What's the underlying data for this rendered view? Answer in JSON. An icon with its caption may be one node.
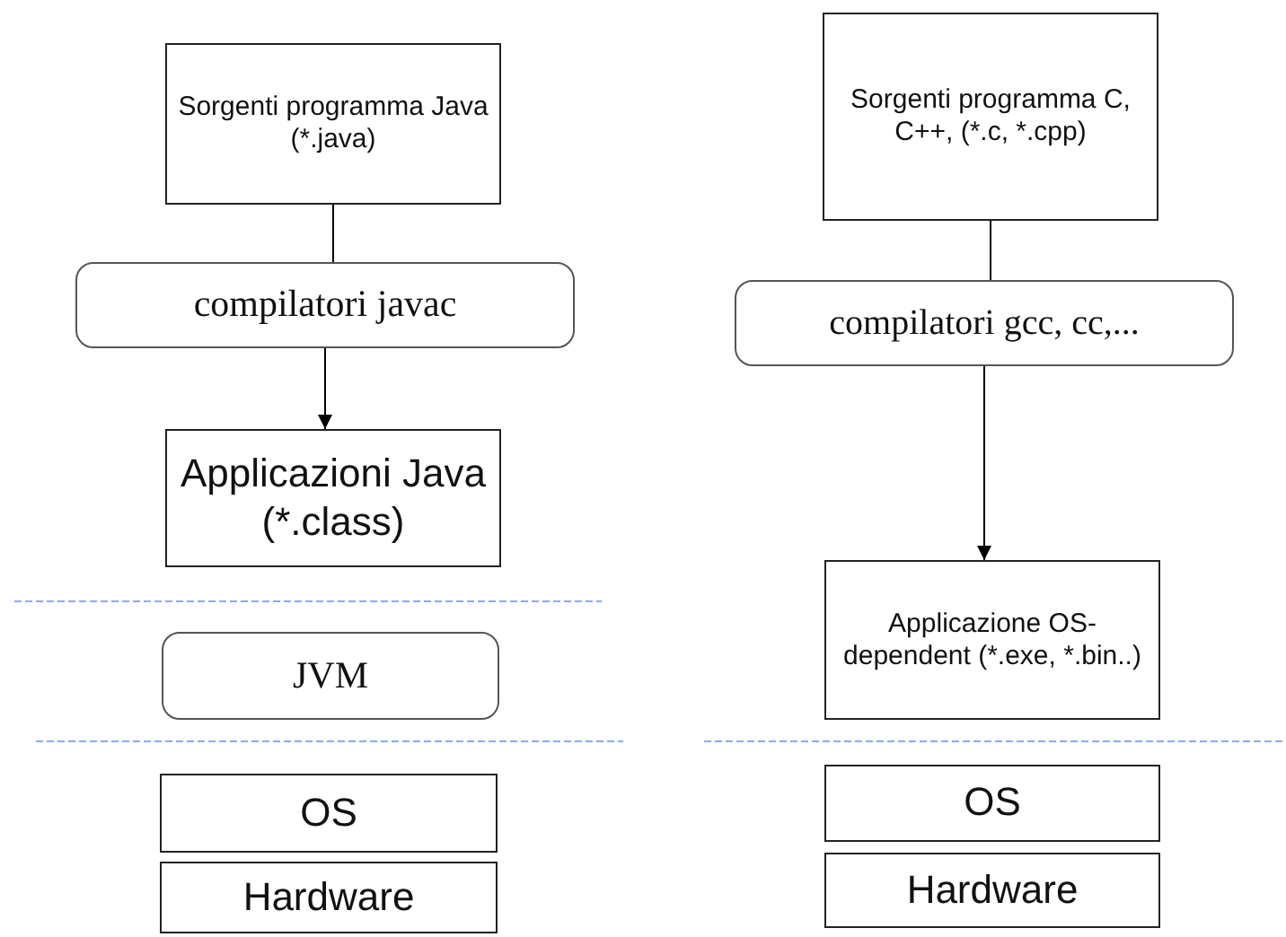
{
  "diagram": {
    "nodes": [
      {
        "text": [
          "Sorgenti programma Java (*.java)"
        ]
      },
      {
        "text": [
          "compilatori javac"
        ]
      },
      {
        "text": [
          "Applicazioni Java (*.class)"
        ]
      },
      {
        "text": [
          "JVM"
        ]
      },
      {
        "text": [
          "OS"
        ]
      },
      {
        "text": [
          "Hardware"
        ]
      },
      {
        "text": [
          "Sorgenti programma C, C++, (*.c, *.cpp)"
        ]
      },
      {
        "text": [
          "compilatori gcc, cc,..."
        ]
      },
      {
        "text": [
          "Applicazione OS-dependent (*.exe, *.bin..)"
        ]
      },
      {
        "text": [
          "OS"
        ]
      },
      {
        "text": [
          "Hardware"
        ]
      }
    ],
    "edges": [
      {
        "from": 0,
        "to": 1,
        "arrow": "none"
      },
      {
        "from": 1,
        "to": 2,
        "arrow": "to"
      },
      {
        "from": 6,
        "to": 7,
        "arrow": "none"
      },
      {
        "from": 7,
        "to": 8,
        "arrow": "to"
      }
    ]
  }
}
